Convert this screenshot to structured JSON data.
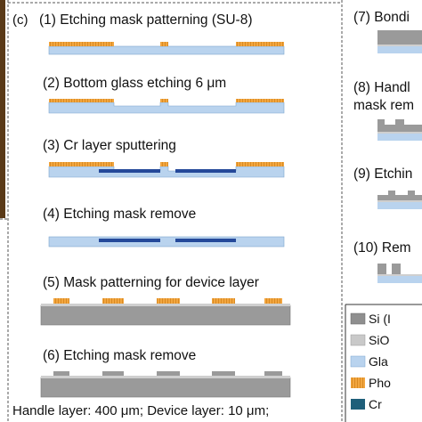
{
  "panel_label": "(c)",
  "steps_left": [
    "(1) Etching mask patterning (SU-8)",
    "(2) Bottom glass etching 6 μm",
    "(3) Cr layer sputtering",
    "(4) Etching mask remove",
    "(5) Mask patterning for device layer",
    "(6) Etching mask remove"
  ],
  "steps_right": [
    "(7) Bondi",
    "(8) Handl",
    "mask rem",
    "(9) Etchin",
    "(10) Rem"
  ],
  "footer": "Handle layer: 400 μm; Device layer: 10 μm;",
  "legend": [
    {
      "label": "Si (I",
      "color": "#8c8c8c"
    },
    {
      "label": "SiO",
      "color": "#c9c9c9"
    },
    {
      "label": "Gla",
      "color": "#b9d3ee"
    },
    {
      "label": "Pho",
      "color": "#f2a640"
    },
    {
      "label": "Cr",
      "color": "#1f5f7a"
    }
  ],
  "colors": {
    "glass": "#b9d3ee",
    "glass_edge": "#7da6cf",
    "photoresist": "#f2a640",
    "cr": "#25499a",
    "si": "#8f8f8f",
    "sio2": "#c8c8c8",
    "left_bar": "#5a3a18"
  }
}
